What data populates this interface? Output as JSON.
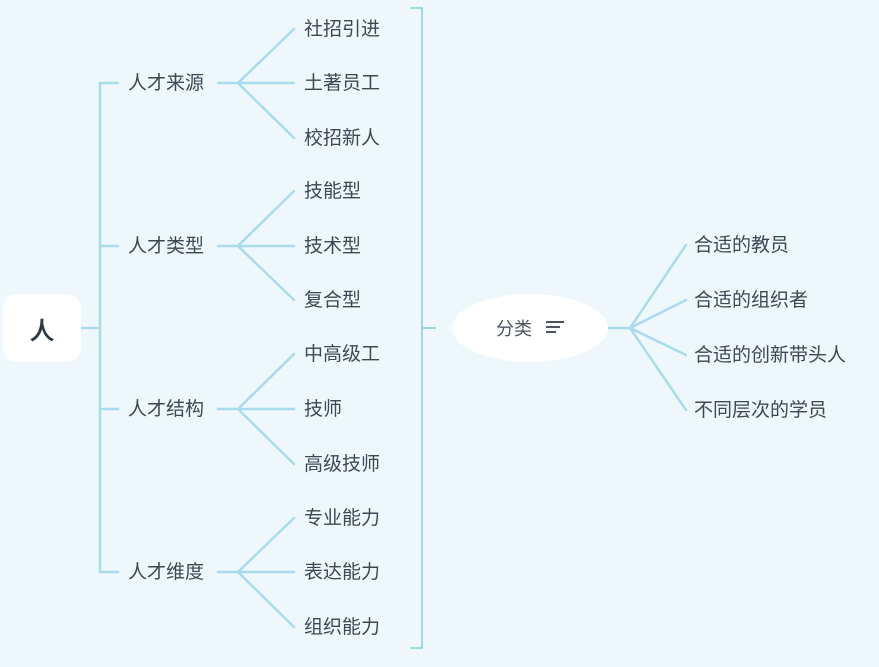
{
  "root": {
    "label": "人"
  },
  "categories": [
    {
      "label": "人才来源",
      "children": [
        "社招引进",
        "土著员工",
        "校招新人"
      ]
    },
    {
      "label": "人才类型",
      "children": [
        "技能型",
        "技术型",
        "复合型"
      ]
    },
    {
      "label": "人才结构",
      "children": [
        "中高级工",
        "技师",
        "高级技师"
      ]
    },
    {
      "label": "人才维度",
      "children": [
        "专业能力",
        "表达能力",
        "组织能力"
      ]
    }
  ],
  "summary": {
    "label": "分类",
    "icon": "menu-lines-icon",
    "items": [
      "合适的教员",
      "合适的组织者",
      "合适的创新带头人",
      "不同层次的学员"
    ]
  },
  "colors": {
    "line": "#a9dcec",
    "bracket": "#9fd6e8",
    "background": "#eef7fb"
  }
}
